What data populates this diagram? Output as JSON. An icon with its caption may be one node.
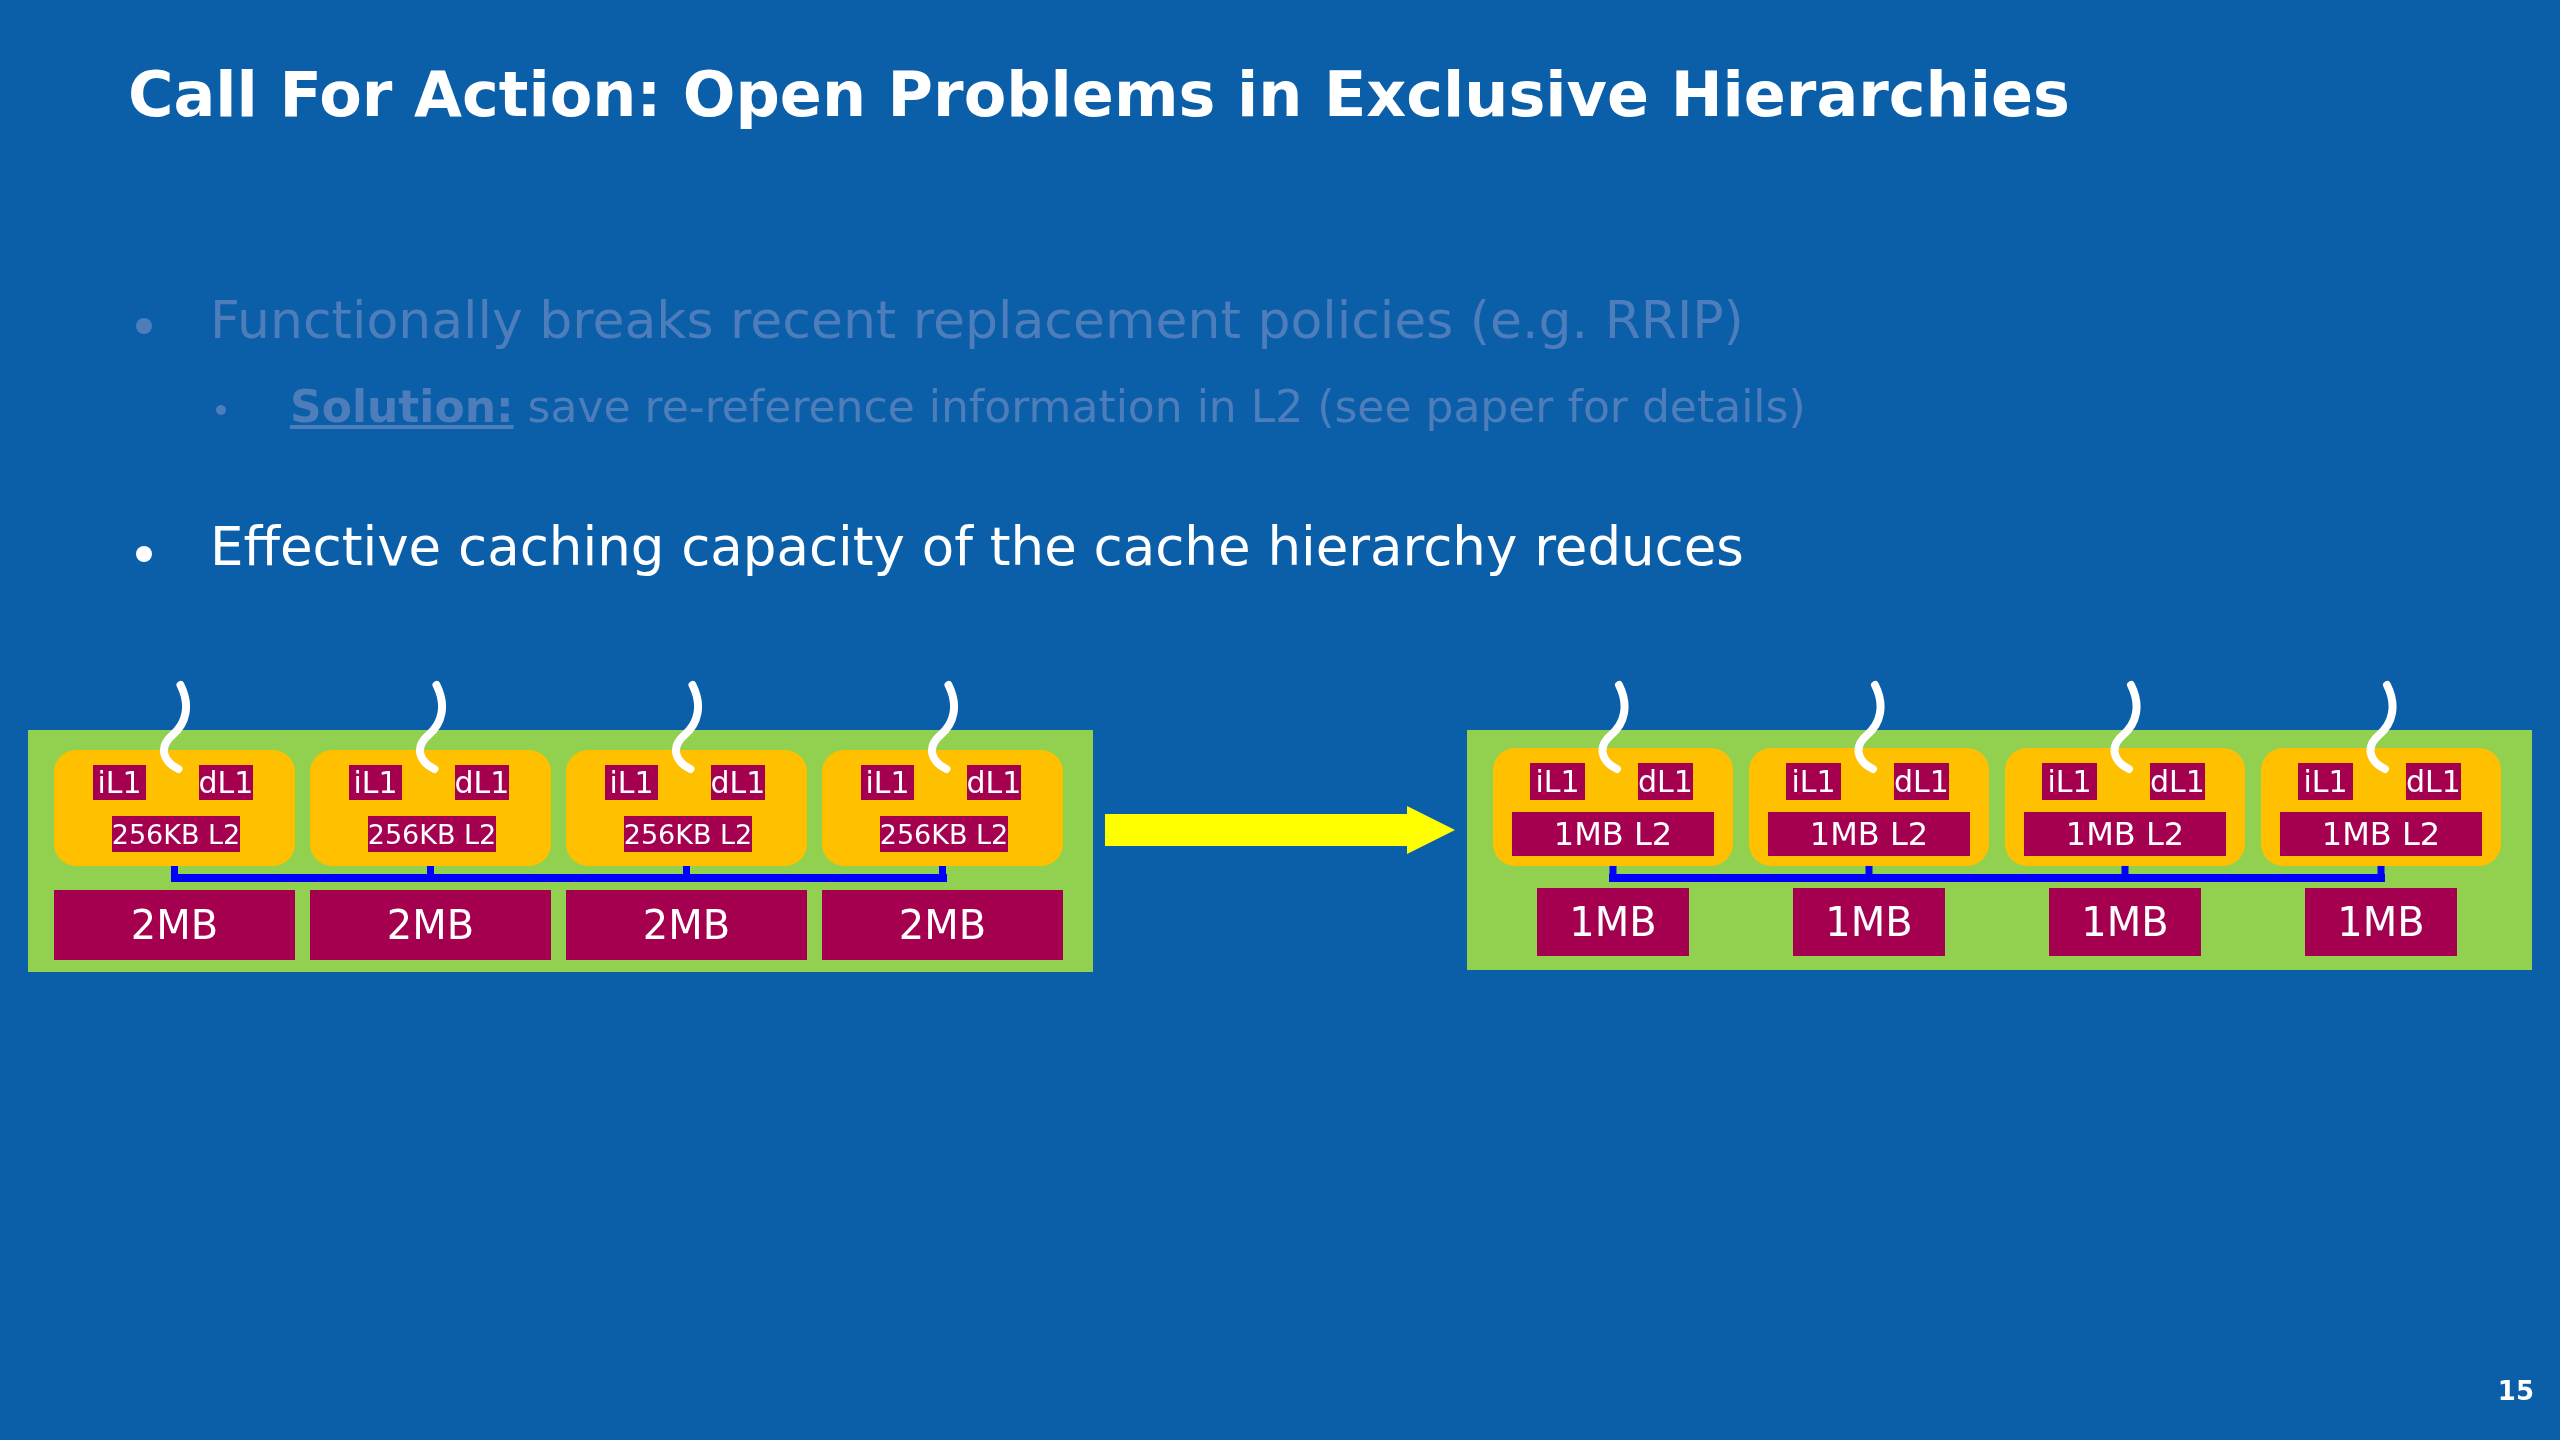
{
  "diagram": {
    "title": "Call For Action: Open Problems in Exclusive Hierarchies",
    "nodes": [
      {
        "text": [],
        "shape": "box"
      },
      {
        "text": [],
        "shape": "box",
        "in": 0
      },
      {
        "text": [
          "iL1"
        ],
        "in": 1
      },
      {
        "text": [
          "dL1"
        ],
        "in": 1
      },
      {
        "text": [
          "256KB L2"
        ],
        "in": 1
      },
      {
        "text": [],
        "shape": "box",
        "in": 0
      },
      {
        "text": [
          "iL1"
        ],
        "in": 5
      },
      {
        "text": [
          "dL1"
        ],
        "in": 5
      },
      {
        "text": [
          "256KB L2"
        ],
        "in": 5
      },
      {
        "text": [],
        "shape": "box",
        "in": 0
      },
      {
        "text": [
          "iL1"
        ],
        "in": 9
      },
      {
        "text": [
          "dL1"
        ],
        "in": 9
      },
      {
        "text": [
          "256KB L2"
        ],
        "in": 9
      },
      {
        "text": [],
        "shape": "box",
        "in": 0
      },
      {
        "text": [
          "iL1"
        ],
        "in": 13
      },
      {
        "text": [
          "dL1"
        ],
        "in": 13
      },
      {
        "text": [
          "256KB L2"
        ],
        "in": 13
      },
      {
        "text": [],
        "shape": "bar",
        "in": 0
      },
      {
        "text": [
          "2MB"
        ],
        "in": 0
      },
      {
        "text": [
          "2MB"
        ],
        "in": 0
      },
      {
        "text": [
          "2MB"
        ],
        "in": 0
      },
      {
        "text": [
          "2MB"
        ],
        "in": 0
      },
      {
        "text": [],
        "shape": "box"
      },
      {
        "text": [],
        "shape": "box",
        "in": 22
      },
      {
        "text": [
          "iL1"
        ],
        "in": 23
      },
      {
        "text": [
          "dL1"
        ],
        "in": 23
      },
      {
        "text": [
          "1MB L2"
        ],
        "in": 23
      },
      {
        "text": [],
        "shape": "box",
        "in": 22
      },
      {
        "text": [
          "iL1"
        ],
        "in": 27
      },
      {
        "text": [
          "dL1"
        ],
        "in": 27
      },
      {
        "text": [
          "1MB L2"
        ],
        "in": 27
      },
      {
        "text": [],
        "shape": "box",
        "in": 22
      },
      {
        "text": [
          "iL1"
        ],
        "in": 31
      },
      {
        "text": [
          "dL1"
        ],
        "in": 31
      },
      {
        "text": [
          "1MB L2"
        ],
        "in": 31
      },
      {
        "text": [],
        "shape": "box",
        "in": 22
      },
      {
        "text": [
          "iL1"
        ],
        "in": 35
      },
      {
        "text": [
          "dL1"
        ],
        "in": 35
      },
      {
        "text": [
          "1MB L2"
        ],
        "in": 35
      },
      {
        "text": [],
        "shape": "bar",
        "in": 22
      },
      {
        "text": [
          "1MB"
        ],
        "in": 22
      },
      {
        "text": [
          "1MB"
        ],
        "in": 22
      },
      {
        "text": [
          "1MB"
        ],
        "in": 22
      },
      {
        "text": [
          "1MB"
        ],
        "in": 22
      }
    ],
    "edges": [
      {
        "from": 0,
        "to": 22,
        "arrow": "to",
        "style": "thick",
        "color": "#ffff00"
      },
      {
        "from": 1,
        "to": 17,
        "arrow": "none"
      },
      {
        "from": 5,
        "to": 17,
        "arrow": "none"
      },
      {
        "from": 9,
        "to": 17,
        "arrow": "none"
      },
      {
        "from": 13,
        "to": 17,
        "arrow": "none"
      },
      {
        "from": 23,
        "to": 39,
        "arrow": "none"
      },
      {
        "from": 27,
        "to": 39,
        "arrow": "none"
      },
      {
        "from": 31,
        "to": 39,
        "arrow": "none"
      },
      {
        "from": 35,
        "to": 39,
        "arrow": "none"
      }
    ],
    "labels": [
      "Functionally breaks recent replacement policies (e.g. RRIP)",
      "**Solution:** save re-reference information in L2 (see paper for details)",
      "Effective caching capacity of the cache hierarchy reduces",
      "15"
    ]
  }
}
